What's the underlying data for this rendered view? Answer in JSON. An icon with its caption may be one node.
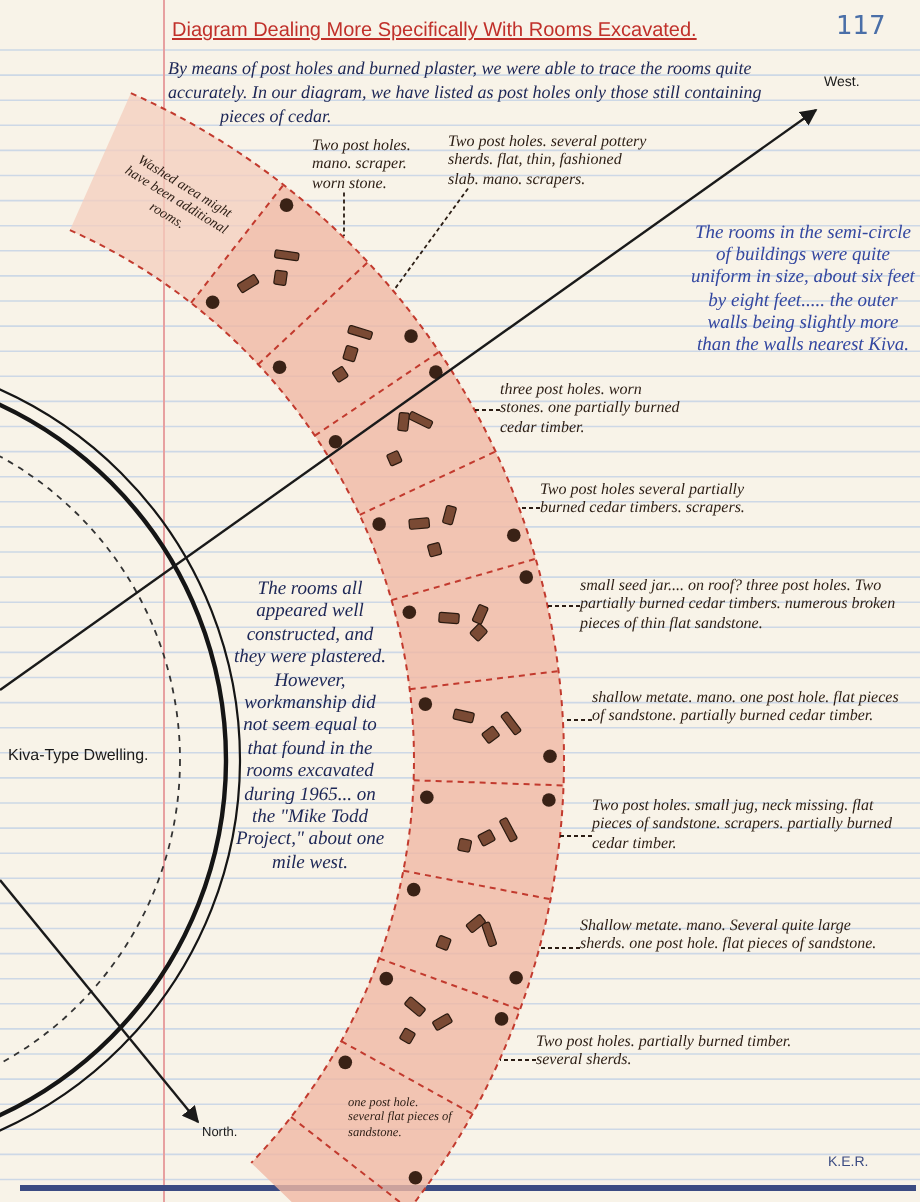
{
  "diagram": {
    "title": "Diagram Dealing More Specifically With Rooms Excavated.",
    "nodes": [
      {
        "text": [
          "Two post holes. mano. scraper. worn stone."
        ]
      },
      {
        "text": [
          "Two post holes. several pottery sherds. flat, thin, fashioned slab. mano. scrapers."
        ]
      },
      {
        "text": [
          "three post holes. worn stones. one partially burned cedar timber."
        ]
      },
      {
        "text": [
          "Two post holes several partially burned cedar timbers. scrapers."
        ]
      },
      {
        "text": [
          "small seed jar.... on roof? three post holes. Two partially burned cedar timbers. numerous broken pieces of thin flat sandstone."
        ]
      },
      {
        "text": [
          "shallow metate. mano. one post hole. flat pieces of sandstone. partially burned cedar timber."
        ]
      },
      {
        "text": [
          "Two post holes. small jug, neck missing. flat pieces of sandstone. scrapers. partially burned cedar timber."
        ]
      },
      {
        "text": [
          "Shallow metate. mano. Several quite large sherds. one post hole. flat pieces of sandstone."
        ]
      },
      {
        "text": [
          "Two post holes. partially burned timber. several sherds."
        ]
      }
    ],
    "edges": [
      {
        "from": 0,
        "to": null,
        "arrow": "none"
      },
      {
        "from": 1,
        "to": null,
        "arrow": "none"
      },
      {
        "from": 2,
        "to": null,
        "arrow": "none"
      },
      {
        "from": 3,
        "to": null,
        "arrow": "none"
      },
      {
        "from": 4,
        "to": null,
        "arrow": "none"
      },
      {
        "from": 5,
        "to": null,
        "arrow": "none"
      },
      {
        "from": 6,
        "to": null,
        "arrow": "none"
      },
      {
        "from": 7,
        "to": null,
        "arrow": "none"
      },
      {
        "from": 8,
        "to": null,
        "arrow": "none"
      }
    ],
    "labels": [
      "117",
      "By means of post holes and burned plaster, we were able to trace the rooms quite accurately. In our diagram, we have listed as post holes only those still containing pieces of cedar.",
      "West.",
      "Washed area might have been additional rooms.",
      "The rooms in the semi-circle of buildings were quite uniform in size, about six feet by eight feet..... the outer walls being slightly more than the walls nearest Kiva.",
      "The rooms all appeared well constructed, and they were plastered. However, workmanship did not seem equal to that found in the rooms excavated during 1965... on the \"Mike Todd Project,\" about one mile west.",
      "Kiva-Type Dwelling.",
      "North.",
      "one post hole. several flat pieces of sandstone.",
      "K.E.R."
    ]
  }
}
